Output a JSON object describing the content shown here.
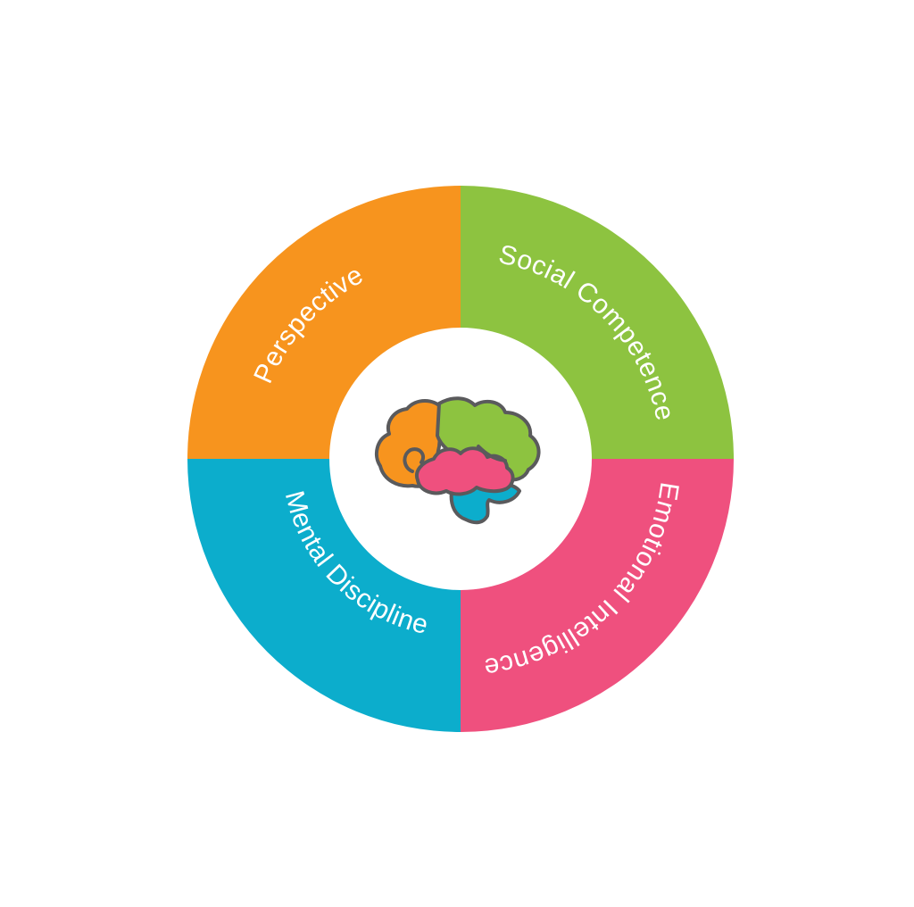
{
  "diagram": {
    "segments": [
      {
        "id": "perspective",
        "label": "Perspective",
        "color": "#F7941E"
      },
      {
        "id": "social-competence",
        "label": "Social Competence",
        "color": "#8DC340"
      },
      {
        "id": "emotional-intelligence",
        "label": "Emotional Intelligence",
        "color": "#EF507E"
      },
      {
        "id": "mental-discipline",
        "label": "Mental Discipline",
        "color": "#0CADCC"
      }
    ],
    "center_icon": "brain-icon"
  }
}
